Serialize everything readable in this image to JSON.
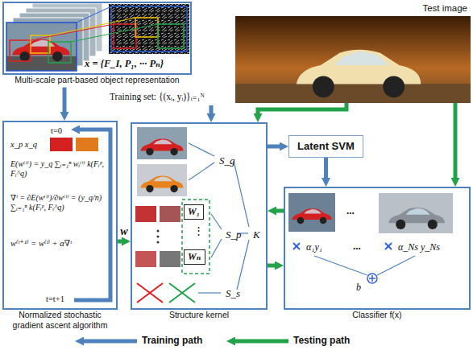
{
  "diagram": {
    "nodes": [
      {
        "text": [
          "x = {F_I, P₁, ··· Pₙ}",
          "Multi-scale part-based object representation"
        ]
      },
      {
        "text": [
          "Test image"
        ]
      },
      {
        "text": [
          "t=0",
          "x_p x_q",
          "E(w⁽ᵗ⁾) = y_q ∑ᵢ₌₁ⁿ wᵢ⁽ᵗ⁾ k(Fᵢᵖ, Fᵢ^q)",
          "∇ᵗ = ∂E(w⁽ᵗ⁾)/∂w⁽ᵗ⁾ = (y_q/n) ∑ᵢ₌₁ⁿ k(Fᵢᵖ, Fᵢ^q)",
          "w⁽ᵗ⁺¹⁾ = w⁽ᵗ⁾ + α∇ᵗ",
          "t=t+1",
          "Normalized stochastic gradient ascent algorithm"
        ]
      },
      {
        "text": [
          "S_g",
          "⋮",
          "S_p",
          "S_s",
          "K",
          "Structure kernel"
        ]
      },
      {
        "text": [
          "W₁"
        ],
        "in": 3
      },
      {
        "text": [
          "Wₙ"
        ],
        "in": 3
      },
      {
        "text": [
          "Latent SVM"
        ]
      },
      {
        "text": [
          "...",
          "α₁y₁",
          "...",
          "α_Ns y_Ns",
          "b",
          "Classifier f(x)"
        ]
      }
    ],
    "edges": [
      {
        "from": 0,
        "to": 2,
        "arrow": "to"
      },
      {
        "from": 1,
        "to": 3,
        "arrow": "to"
      },
      {
        "from": 1,
        "to": 7,
        "arrow": "to"
      },
      {
        "from": 2,
        "to": 3,
        "label": "w",
        "arrow": "to"
      },
      {
        "from": 3,
        "to": 6,
        "arrow": "to"
      },
      {
        "from": 6,
        "to": 7,
        "arrow": "to"
      },
      {
        "from": 7,
        "to": 3,
        "arrow": "to"
      },
      {
        "from": 3,
        "to": 7,
        "arrow": "to"
      }
    ],
    "labels": [
      "Training set: {(xᵢ, yᵢ)}ᵢ₌₁ᴺ"
    ],
    "legend": [
      {
        "text": "Training path"
      },
      {
        "text": "Testing path"
      }
    ]
  }
}
